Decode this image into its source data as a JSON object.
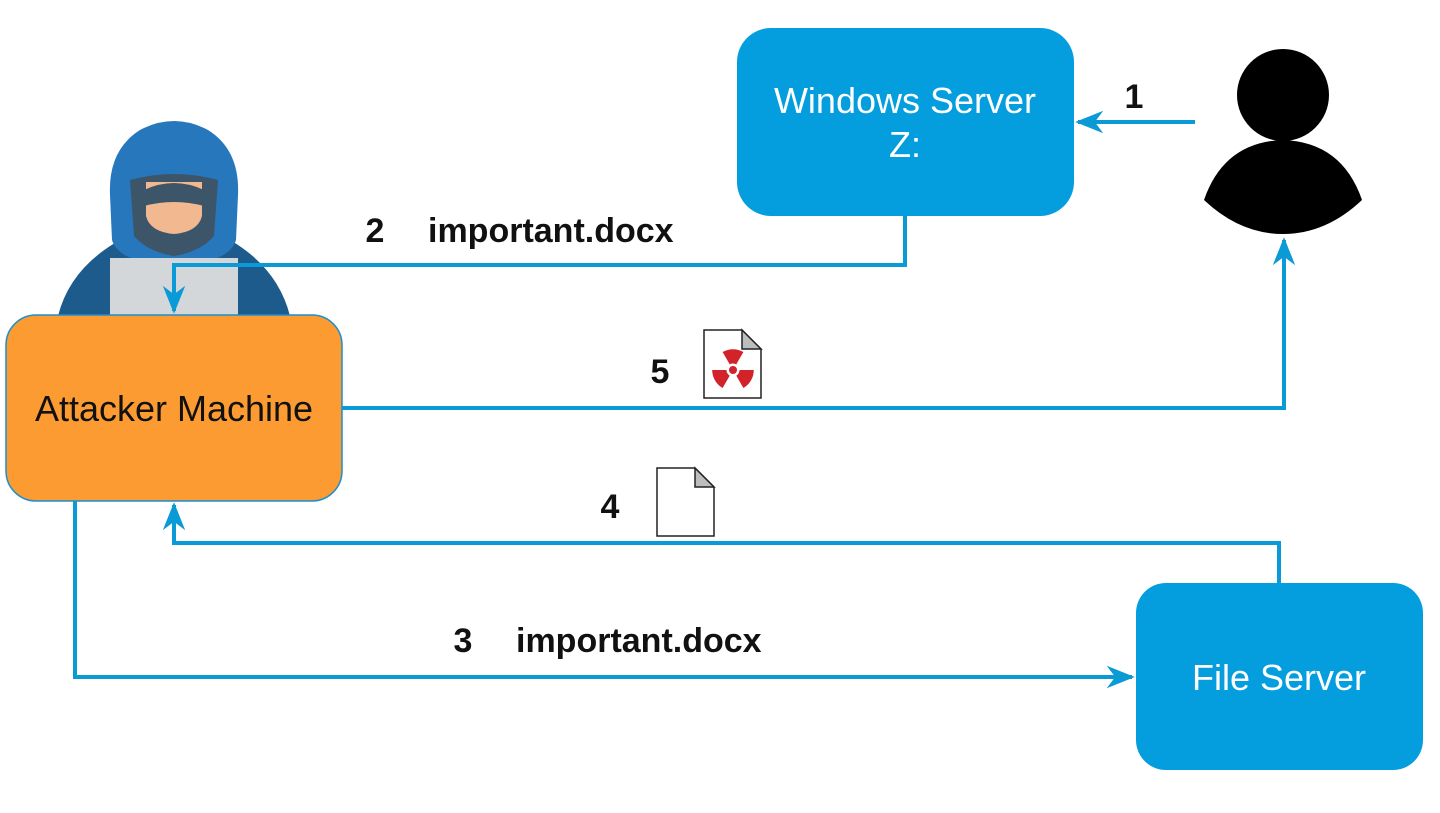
{
  "nodes": {
    "windows_server": {
      "line1": "Windows Server",
      "line2": "Z:"
    },
    "attacker_machine": {
      "label": "Attacker Machine"
    },
    "file_server": {
      "label": "File Server"
    }
  },
  "steps": {
    "step1": {
      "number": "1"
    },
    "step2": {
      "number": "2",
      "file": "important.docx"
    },
    "step3": {
      "number": "3",
      "file": "important.docx"
    },
    "step4": {
      "number": "4"
    },
    "step5": {
      "number": "5"
    }
  },
  "colors": {
    "server_blue": "#049ede",
    "arrow_blue": "#0a9ad6",
    "attacker_orange": "#fb9b32",
    "user_black": "#000000"
  },
  "icons": {
    "user": "person-icon",
    "hacker": "hooded-hacker-icon",
    "plain_document": "document-icon",
    "malicious_document": "radioactive-document-icon"
  }
}
